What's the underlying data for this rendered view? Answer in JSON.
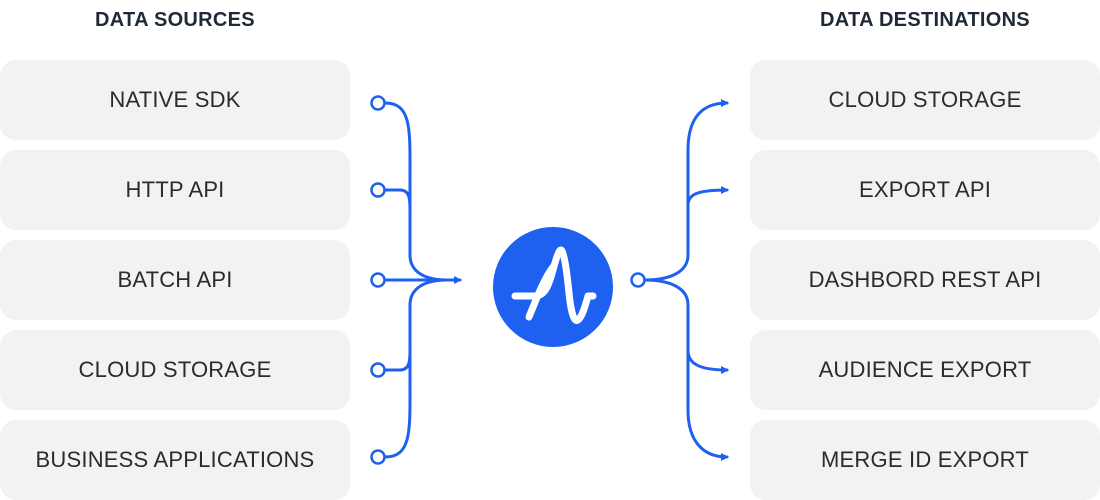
{
  "headings": {
    "sources": "DATA SOURCES",
    "destinations": "DATA DESTINATIONS"
  },
  "sources": [
    {
      "label": "NATIVE SDK"
    },
    {
      "label": "HTTP API"
    },
    {
      "label": "BATCH API"
    },
    {
      "label": "CLOUD STORAGE"
    },
    {
      "label": "BUSINESS APPLICATIONS"
    }
  ],
  "destinations": [
    {
      "label": "CLOUD STORAGE"
    },
    {
      "label": "EXPORT API"
    },
    {
      "label": "DASHBORD REST API"
    },
    {
      "label": "AUDIENCE EXPORT"
    },
    {
      "label": "MERGE ID EXPORT"
    }
  ],
  "hub": {
    "icon": "amplitude-logo-icon"
  },
  "colors": {
    "accent": "#1e61f0",
    "card_bg": "#f2f2f2",
    "text": "#2b2b2b"
  }
}
